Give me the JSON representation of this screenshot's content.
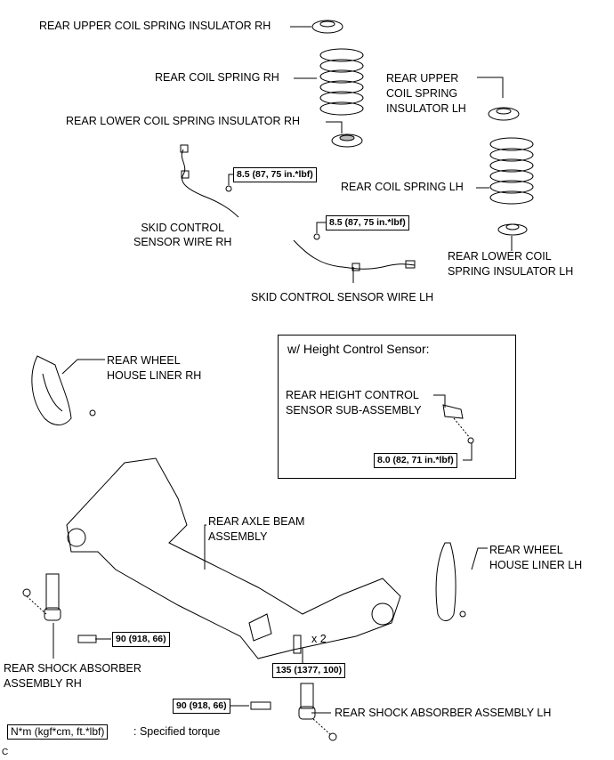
{
  "labels": {
    "upper_insulator_rh": "REAR UPPER COIL SPRING INSULATOR RH",
    "coil_spring_rh": "REAR COIL SPRING RH",
    "upper_insulator_lh": "REAR UPPER\nCOIL SPRING\nINSULATOR LH",
    "lower_insulator_rh": "REAR LOWER COIL SPRING INSULATOR RH",
    "coil_spring_lh": "REAR COIL SPRING LH",
    "skid_wire_rh": "SKID CONTROL\nSENSOR WIRE RH",
    "lower_insulator_lh": "REAR LOWER COIL\nSPRING INSULATOR LH",
    "skid_wire_lh": "SKID CONTROL SENSOR WIRE LH",
    "wheel_liner_rh": "REAR WHEEL\nHOUSE LINER RH",
    "height_sensor_title": "w/ Height Control Sensor:",
    "height_sensor": "REAR HEIGHT CONTROL\nSENSOR SUB-ASSEMBLY",
    "axle_beam": "REAR AXLE BEAM\nASSEMBLY",
    "wheel_liner_lh": "REAR WHEEL\nHOUSE LINER LH",
    "times_two": "x 2",
    "shock_rh": "REAR SHOCK ABSORBER\nASSEMBLY RH",
    "shock_lh": "REAR SHOCK ABSORBER ASSEMBLY LH",
    "legend_text": ": Specified torque",
    "corner_code": "C"
  },
  "torques": {
    "skid_rh": "8.5 (87, 75 in.*lbf)",
    "skid_lh": "8.5 (87, 75 in.*lbf)",
    "height_sensor": "8.0 (82, 71 in.*lbf)",
    "shock_rh_bolt": "90 (918, 66)",
    "axle_bolt": "135 (1377, 100)",
    "shock_lh_bolt": "90 (918, 66)",
    "legend_box": "N*m (kgf*cm, ft.*lbf)"
  }
}
